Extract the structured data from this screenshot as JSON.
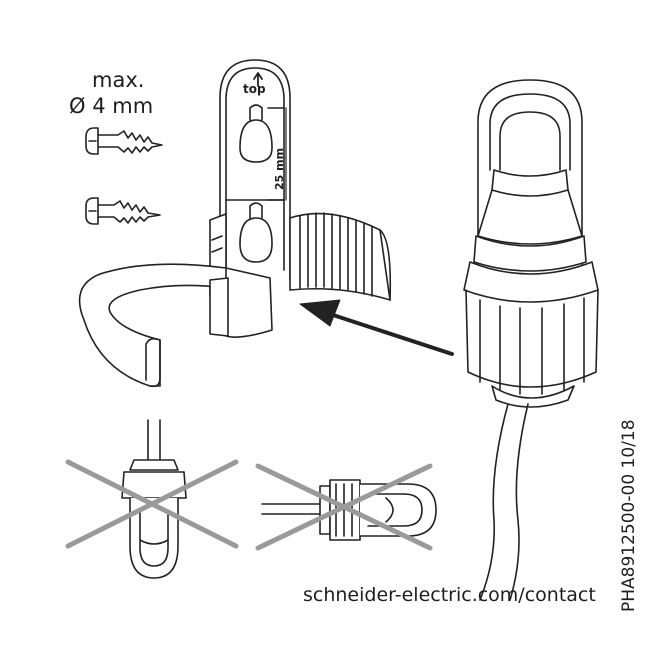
{
  "screw_spec": {
    "max_label": "max.",
    "diameter_label": "Ø 4 mm"
  },
  "bracket": {
    "top_label": "top",
    "dimension_label": "25 mm"
  },
  "footer": {
    "url": "schneider-electric.com/contact",
    "document_code": "PHA8912500-00 10/18"
  },
  "icons": {
    "screw_1": "screw-icon",
    "screw_2": "screw-icon",
    "wrong_mount_1": "cross-out-icon",
    "wrong_mount_2": "cross-out-icon",
    "arrow": "arrow-icon"
  }
}
